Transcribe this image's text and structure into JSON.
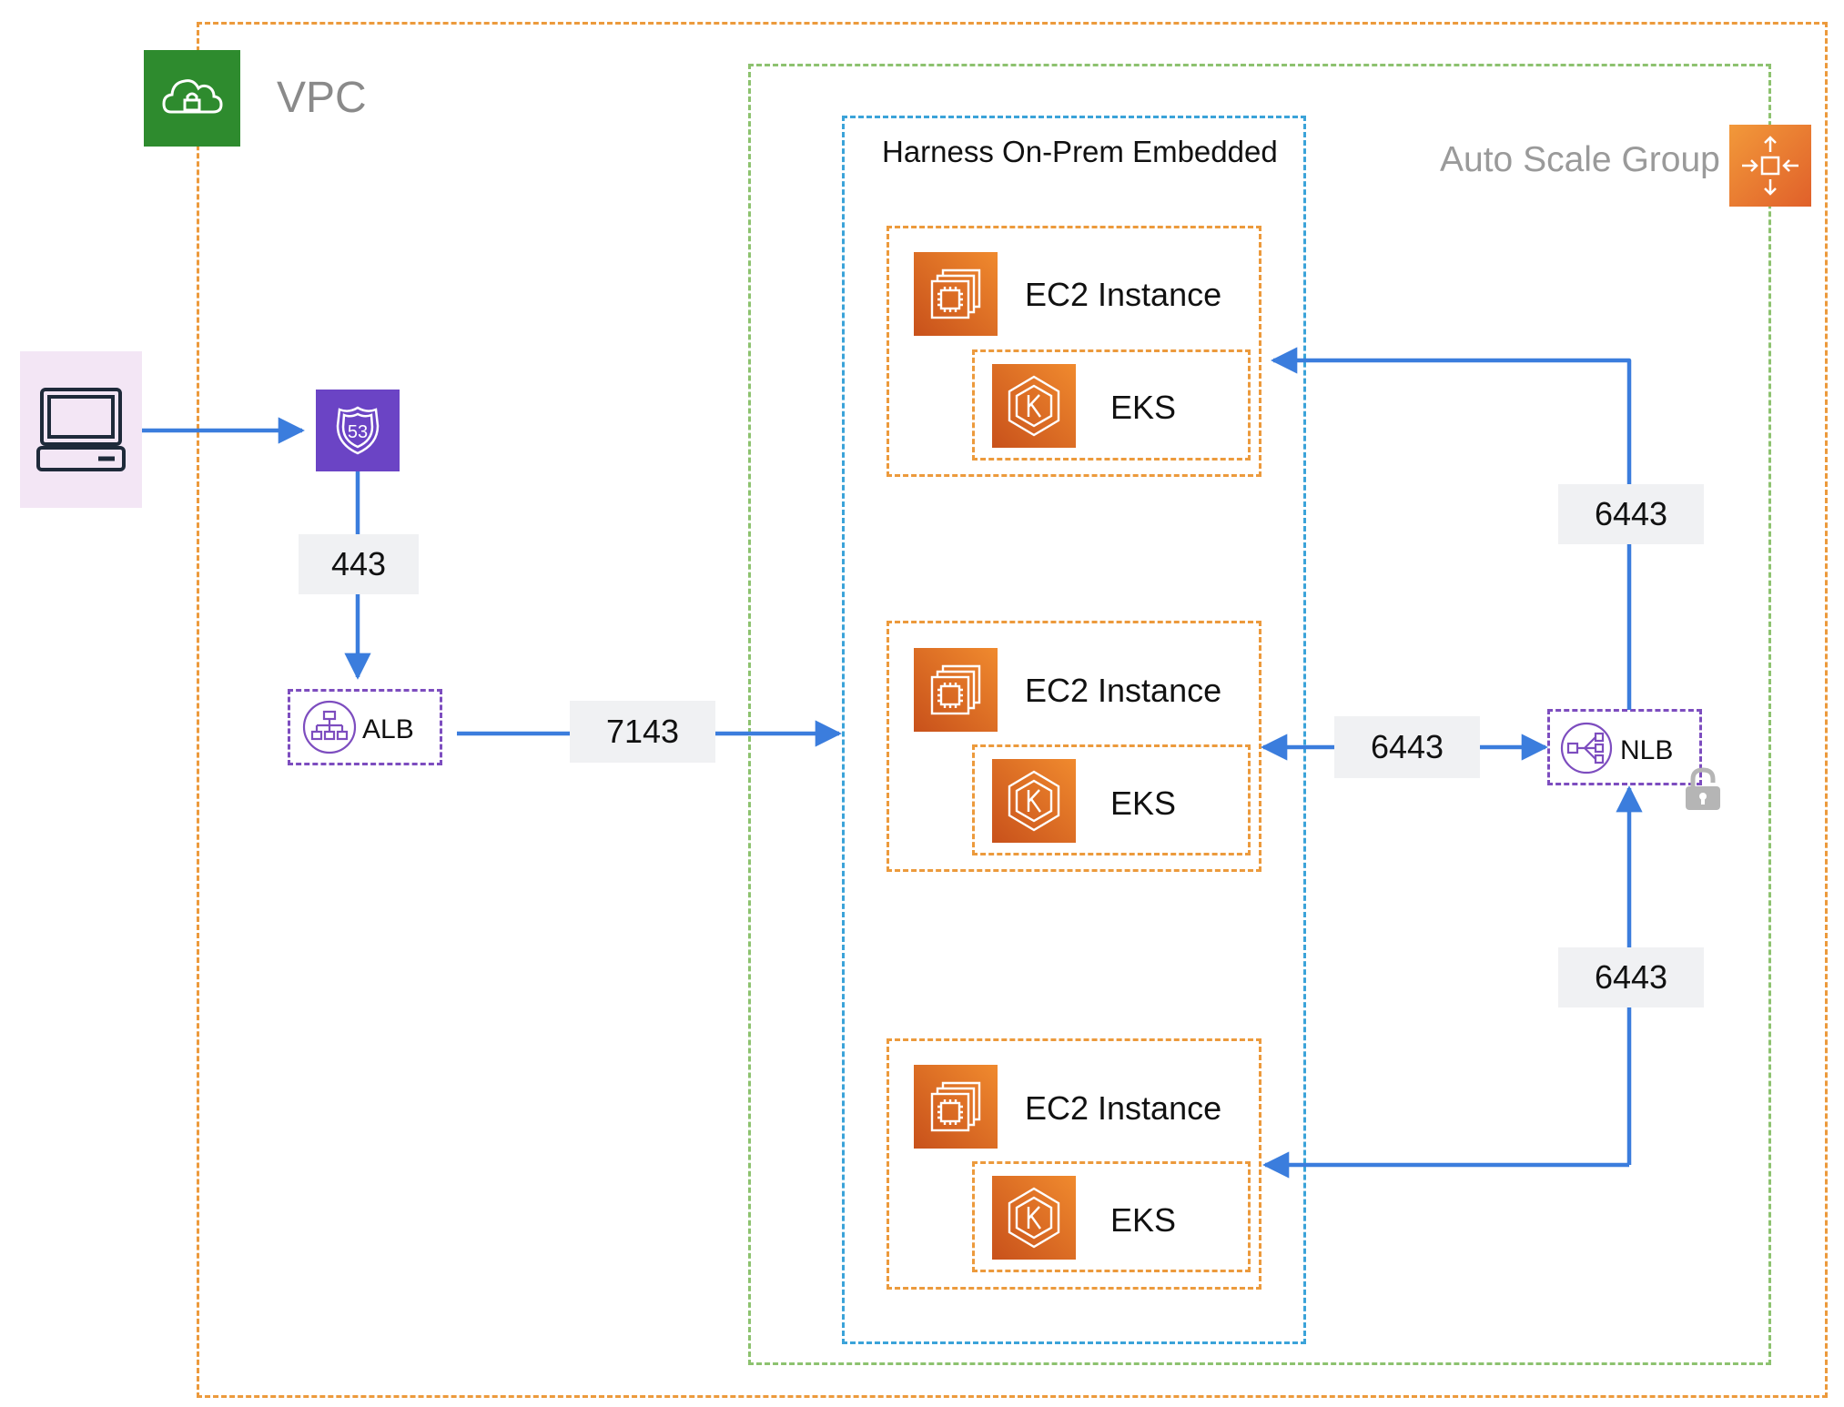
{
  "vpc": {
    "label": "VPC",
    "icon": "vpc-cloud-lock-icon",
    "color": "#2E8B2E"
  },
  "asg": {
    "label": "Auto Scale Group",
    "icon": "auto-scaling-icon",
    "color": "#E8702A"
  },
  "harness": {
    "label": "Harness On-Prem Embedded"
  },
  "nodes": [
    {
      "ec2_label": "EC2 Instance",
      "eks_label": "EKS"
    },
    {
      "ec2_label": "EC2 Instance",
      "eks_label": "EKS"
    },
    {
      "ec2_label": "EC2 Instance",
      "eks_label": "EKS"
    }
  ],
  "client": {
    "icon": "laptop-icon"
  },
  "route53": {
    "icon": "route53-icon",
    "color": "#6B44C5"
  },
  "alb": {
    "label": "ALB",
    "icon": "application-load-balancer-icon"
  },
  "nlb": {
    "label": "NLB",
    "icon": "network-load-balancer-icon"
  },
  "ports": {
    "route53_to_alb": "443",
    "alb_to_cluster": "7143",
    "nlb_top": "6443",
    "nlb_middle": "6443",
    "nlb_bottom": "6443"
  },
  "lock": {
    "icon": "lock-icon"
  }
}
